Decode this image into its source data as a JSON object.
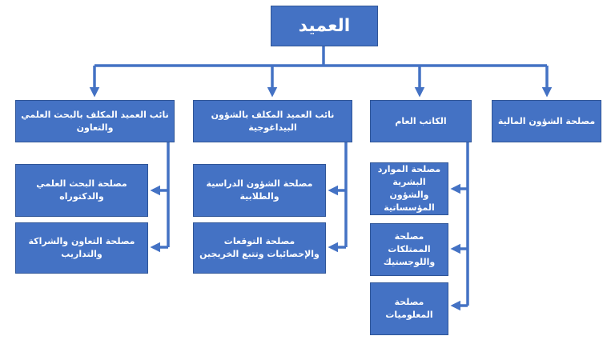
{
  "org": {
    "root": "العميد",
    "branches": [
      {
        "title": [
          "نائب العميد المكلف بالبحث العلمي",
          "والتعاون"
        ],
        "children": [
          [
            "مصلحة البحث العلمي",
            "والدكتوراه"
          ],
          [
            "مصلحة التعاون والشراكة",
            "والتداريب"
          ]
        ]
      },
      {
        "title": [
          "نائب العميد المكلف بالشؤون",
          "البيداغوجية"
        ],
        "children": [
          [
            "مصلحة الشؤون الدراسية",
            "والطلابية"
          ],
          [
            "مصلحة التوقعات",
            "والإحصائيات وتتبع الخريجين"
          ]
        ]
      },
      {
        "title": [
          "الكاتب العام"
        ],
        "children": [
          [
            "مصلحة الموارد",
            "البشرية والشؤون",
            "المؤسساتية"
          ],
          [
            "مصلحة",
            "الممتلكات",
            "واللوجستيك"
          ],
          [
            "مصلحة",
            "المعلوميات"
          ]
        ]
      },
      {
        "title": [
          "مصلحة الشؤون المالية"
        ],
        "children": []
      }
    ]
  },
  "colors": {
    "box_fill": "#4472c4",
    "connector": "#4472c4",
    "text": "#ffffff"
  }
}
